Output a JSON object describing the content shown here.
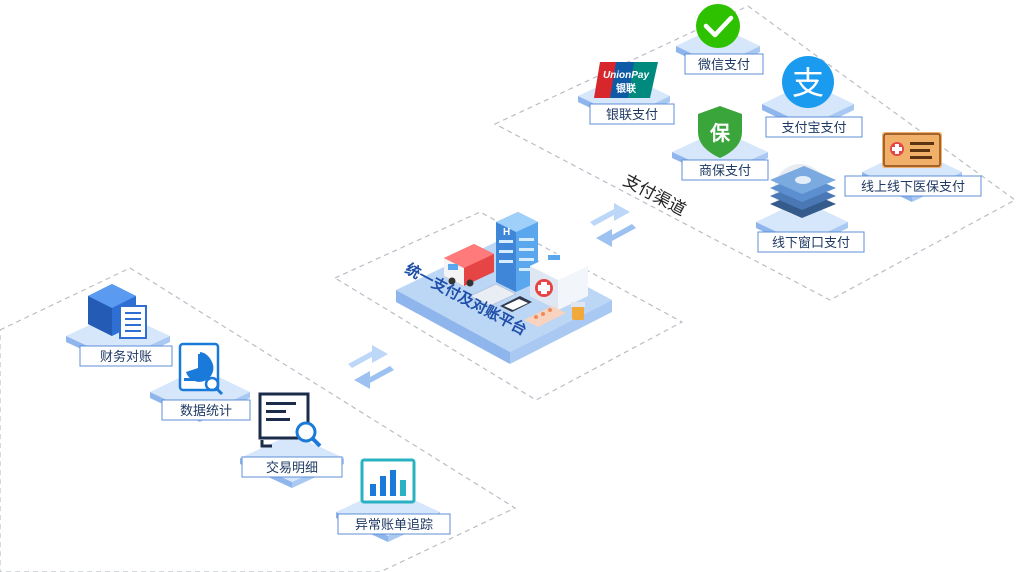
{
  "platform": {
    "title": "统一支付及对账平台"
  },
  "channels": {
    "title": "支付渠道",
    "items": [
      {
        "key": "wechat",
        "label": "微信支付",
        "icon": "wechat-pay-icon"
      },
      {
        "key": "unionpay",
        "label": "银联支付",
        "icon": "unionpay-icon",
        "logo_text_top": "UnionPay",
        "logo_text_bottom": "银联"
      },
      {
        "key": "alipay",
        "label": "支付宝支付",
        "icon": "alipay-icon",
        "glyph": "支"
      },
      {
        "key": "insurance",
        "label": "商保支付",
        "icon": "insurance-shield-icon",
        "glyph": "保"
      },
      {
        "key": "medical",
        "label": "线上线下医保支付",
        "icon": "medical-card-icon"
      },
      {
        "key": "window",
        "label": "线下窗口支付",
        "icon": "cash-stack-icon"
      }
    ]
  },
  "functions": {
    "items": [
      {
        "key": "finance",
        "label": "财务对账",
        "icon": "finance-document-icon"
      },
      {
        "key": "stats",
        "label": "数据统计",
        "icon": "pie-chart-report-icon"
      },
      {
        "key": "details",
        "label": "交易明细",
        "icon": "transaction-search-icon"
      },
      {
        "key": "tracking",
        "label": "异常账单追踪",
        "icon": "bar-chart-icon"
      }
    ]
  },
  "colors": {
    "accent": "#3f7be0",
    "label_border": "#5c8fd6",
    "label_text": "#1f3a63",
    "tile": "#d6e6fb",
    "wechat": "#2dc100",
    "alipay": "#1a9bf0",
    "insurance": "#3aa53a",
    "unionpay_red": "#d7262c",
    "unionpay_blue": "#0f5aa6",
    "unionpay_green": "#008a7e",
    "dashed_zone": "#b9bec6"
  }
}
